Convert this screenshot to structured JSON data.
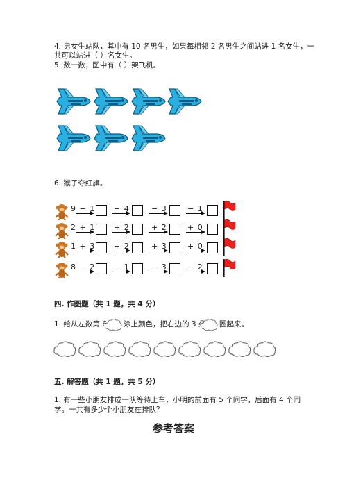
{
  "q4": {
    "line1": "4. 男女生站队，其中有 10 名男生，如果每相邻 2 名男生之间站进 1 名女生，一",
    "line2": "共可以站进（        ）名女生。"
  },
  "q5": {
    "text": "5. 数一数，图中有（        ）架飞机。"
  },
  "q6": {
    "text": "6. 猴子夺红旗。"
  },
  "monkey_rows": [
    {
      "start": "9 − 1",
      "op1": "− 4",
      "op2": "− 3",
      "op3": "− 1"
    },
    {
      "start": "2 + 1",
      "op1": "+ 2",
      "op2": "+ 2",
      "op3": "+ 0"
    },
    {
      "start": "1 + 3",
      "op1": "+ 2",
      "op2": "+ 3",
      "op3": "+ 0"
    },
    {
      "start": "8 − 2",
      "op1": "− 1",
      "op2": "− 3",
      "op3": "− 2"
    }
  ],
  "section4": {
    "title": "四. 作图题（共 1 题，共 4 分）",
    "q1_part1": "1. 给从左数第 6 朵",
    "q1_part2": "涂上颜色，把右边的 3 朵",
    "q1_part3": "圈起来。"
  },
  "section5": {
    "title": "五. 解答题（共 1 题，共 5 分）",
    "q1_line1": "1. 有一些小朋友排成一队等待上车，小明的前面有 5 个同学，后面有 4 个同",
    "q1_line2": "学。一共有多少个小朋友在排队？"
  },
  "answer_title": "参考答案",
  "colors": {
    "plane": "#2ab0e0",
    "plane_dark": "#0d5a82",
    "flag": "#e8211c",
    "monkey": "#c8772a"
  }
}
